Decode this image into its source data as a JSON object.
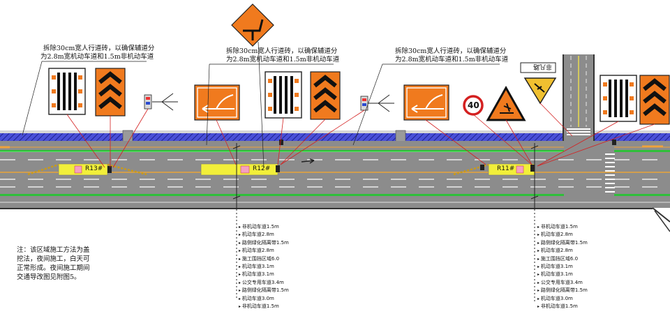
{
  "annotations": {
    "left_line1": "拆除30cm宽人行道砖，以确保辅道分",
    "left_line2": "为2.8m宽机动车道和1.5m非机动车道",
    "mid_line1": "拆除30cm宽人行道砖，以确保辅道分",
    "mid_line2": "为2.8m宽机动车道和1.5m非机动车道",
    "right_line1": "拆除30cm宽人行道砖，以确保辅道分",
    "right_line2": "为2.8m宽机动车道和1.5m非机动车道"
  },
  "zones": [
    {
      "id": "R13#"
    },
    {
      "id": "R12#"
    },
    {
      "id": "R11#"
    }
  ],
  "signs": {
    "speed_limit": "40",
    "direction_board": "非凡路"
  },
  "note": {
    "text": "注：该区域施工方法为盖挖法，夜间施工，白天可正常形成。夜间施工期间交通导改图见附图5。"
  },
  "lane_legend_left": [
    "非机动车道1.5m",
    "机动车道2.8m",
    "路侧绿化隔离带1.5m",
    "机动车道2.8m",
    "施工围挡区域6.0",
    "机动车道3.1m",
    "机动车道3.1m",
    "公交专用车道3.4m",
    "路侧绿化隔离带1.5m",
    "机动车道3.0m",
    "非机动车道1.5m"
  ],
  "lane_legend_right": [
    "非机动车道1.5m",
    "机动车道2.8m",
    "路侧绿化隔离带1.5m",
    "机动车道2.8m",
    "施工围挡区域6.0",
    "机动车道3.1m",
    "机动车道3.1m",
    "公交专用车道3.4m",
    "路侧绿化隔离带1.5m",
    "机动车道3.0m",
    "非机动车道1.5m"
  ],
  "colors": {
    "road": "#8c8c8c",
    "median_green": "#2fbf3a",
    "work_zone": "#f2ef3a",
    "sign_orange": "#f07a1e",
    "sidewalk_blue": "#3a40c8"
  }
}
